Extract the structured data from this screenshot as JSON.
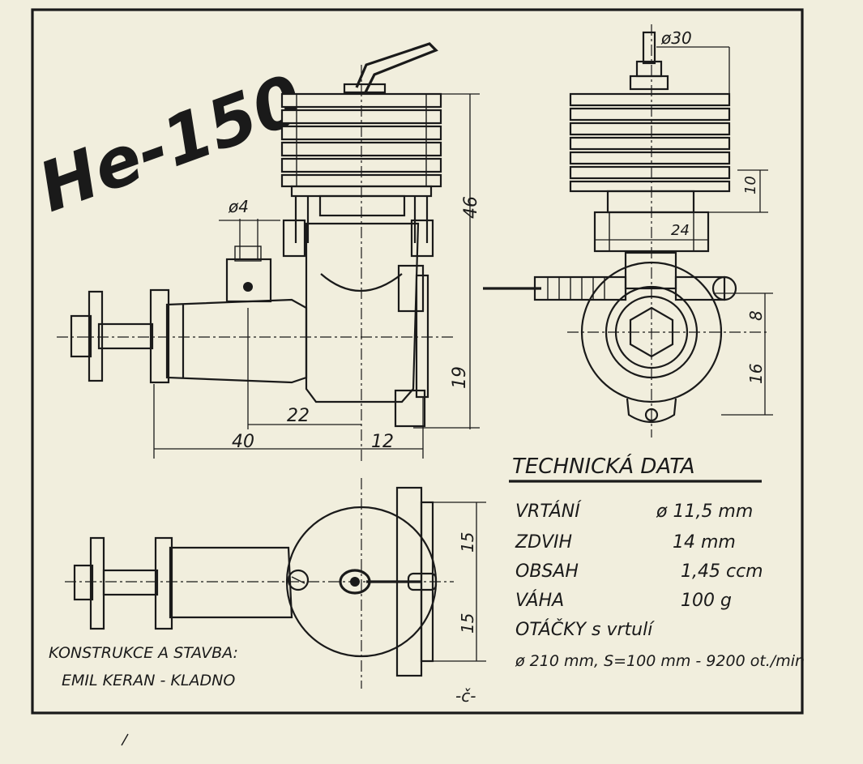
{
  "title": "He-150",
  "dimensions": {
    "pipe_dia": "ø4",
    "head_dia": "ø30",
    "height_cyl": "46",
    "height_case": "19",
    "width_40": "40",
    "width_22": "22",
    "width_12": "12",
    "side_10": "10",
    "side_24": "24",
    "side_8": "8",
    "side_16": "16",
    "bottom_15a": "15",
    "bottom_15b": "15",
    "bottom_center": "-č-"
  },
  "technical_data": {
    "heading": "TECHNICKÁ DATA",
    "rows": [
      {
        "label": "VRTÁNÍ",
        "value": "ø 11,5 mm"
      },
      {
        "label": "ZDVIH",
        "value": "14 mm"
      },
      {
        "label": "OBSAH",
        "value": "1,45 ccm"
      },
      {
        "label": "VÁHA",
        "value": "100 g"
      }
    ],
    "rpm_label": "OTÁČKY s vrtulí",
    "rpm_value": "ø 210 mm, S=100 mm - 9200 ot./min"
  },
  "credits": {
    "line1": "KONSTRUKCE A STAVBA:",
    "line2": "EMIL  KERAN - KLADNO"
  }
}
